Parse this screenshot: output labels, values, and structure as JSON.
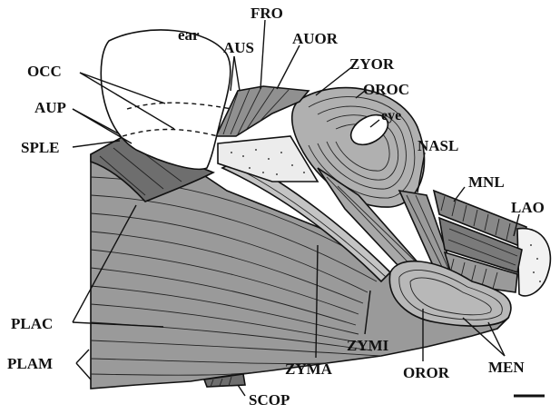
{
  "figure": {
    "labels": {
      "ear": "ear",
      "fro": "FRO",
      "aus": "AUS",
      "auor": "AUOR",
      "occ": "OCC",
      "zyor": "ZYOR",
      "oroc": "OROC",
      "eye": "eye",
      "aup": "AUP",
      "sple": "SPLE",
      "nasl": "NASL",
      "mnl": "MNL",
      "lao": "LAO",
      "plac": "PLAC",
      "plam": "PLAM",
      "zymi": "ZYMI",
      "zyma": "ZYMA",
      "oror": "OROR",
      "men": "MEN",
      "scop": "SCOP"
    },
    "colors": {
      "muscle_fill": "#9a9a9a",
      "muscle_dark": "#6e6e6e",
      "muscle_light": "#c4c4c4",
      "ear_fill": "#ffffff",
      "line": "#111111"
    }
  }
}
